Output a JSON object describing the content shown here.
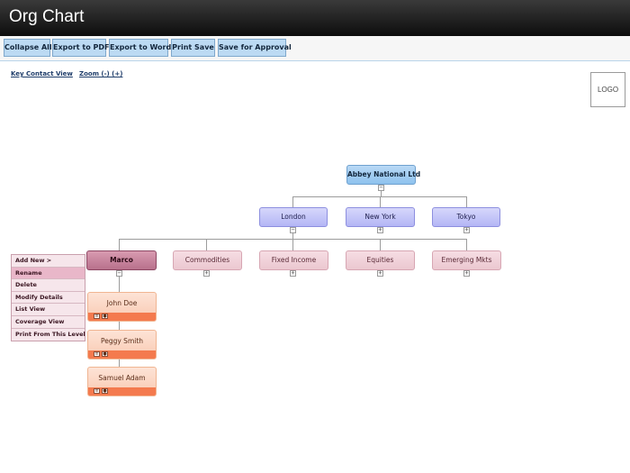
{
  "app": {
    "title": "Org Chart"
  },
  "toolbar": {
    "buttons": [
      {
        "label": "Collapse All"
      },
      {
        "label": "Export to PDF"
      },
      {
        "label": "Export to Word"
      },
      {
        "label": "Print Save"
      },
      {
        "label": "Save for Approval"
      }
    ]
  },
  "links": {
    "key_contact": "Key Contact View",
    "zoom": "Zoom (-) (+)"
  },
  "logo": {
    "label": "LOGO"
  },
  "org": {
    "root": {
      "label": "Abbey National Ltd",
      "toggle": "−"
    },
    "cities": [
      {
        "label": "London",
        "toggle": "−"
      },
      {
        "label": "New York",
        "toggle": "+"
      },
      {
        "label": "Tokyo",
        "toggle": "+"
      }
    ],
    "departments": [
      {
        "label": "Marco",
        "toggle": "−"
      },
      {
        "label": "Commodities",
        "toggle": "+"
      },
      {
        "label": "Fixed Income",
        "toggle": "+"
      },
      {
        "label": "Equities",
        "toggle": "+"
      },
      {
        "label": "Emerging Mkts",
        "toggle": "+"
      }
    ],
    "people": [
      {
        "name": "John Doe"
      },
      {
        "name": "Peggy Smith"
      },
      {
        "name": "Samuel Adam"
      }
    ]
  },
  "context_menu": {
    "items": [
      {
        "label": "Add New >"
      },
      {
        "label": "Rename"
      },
      {
        "label": "Delete"
      },
      {
        "label": "Modify Details"
      },
      {
        "label": "List View"
      },
      {
        "label": "Coverage View"
      },
      {
        "label": "Print From This Level"
      }
    ]
  },
  "colors": {
    "header_bg": "#1a1a1a",
    "toolbar_button": "#bcdaf3",
    "root_node": "#9dcbf1",
    "city_node": "#c1c3f8",
    "dept_node": "#efced6",
    "dept_selected": "#c8839f",
    "person_card": "#fbd4c1",
    "person_bar": "#f47a4e"
  }
}
